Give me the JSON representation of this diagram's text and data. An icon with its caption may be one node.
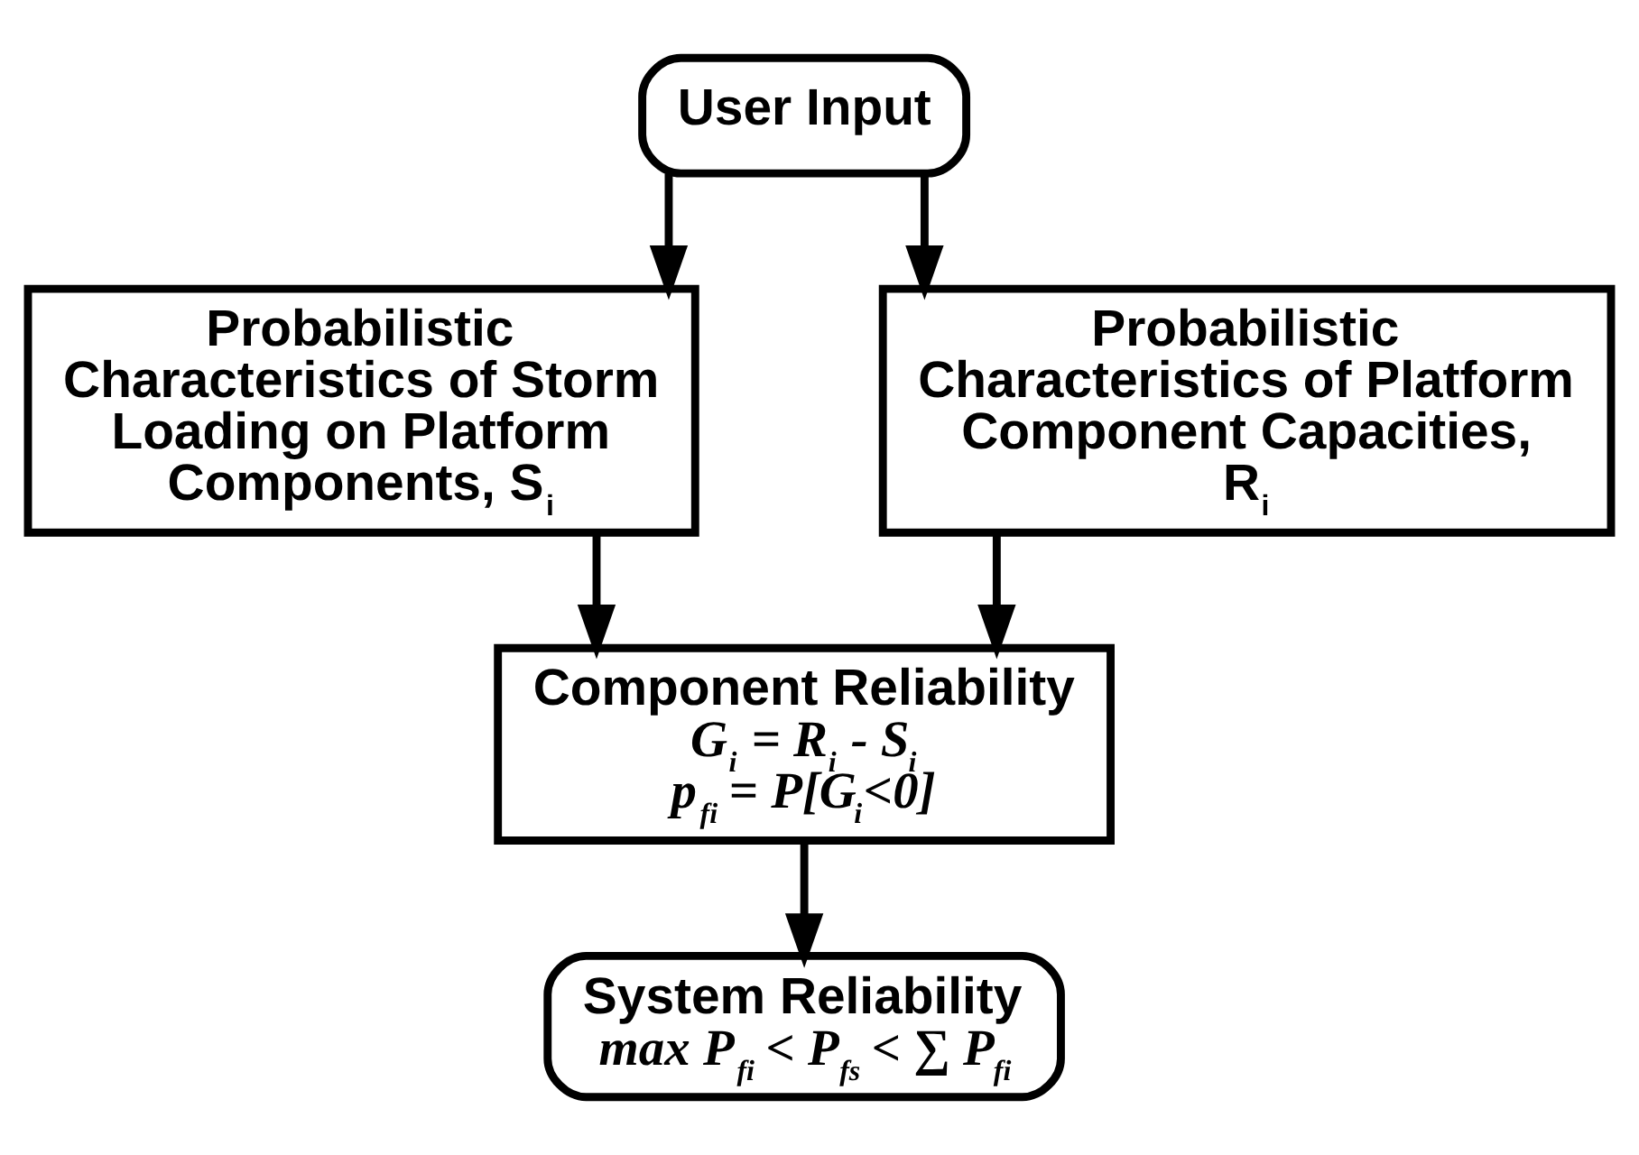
{
  "diagram": {
    "nodes": [
      {
        "text": [
          "User Input"
        ]
      },
      {
        "text": [
          "Probabilistic Characteristics of Storm Loading on Platform Components, S$_{i}$"
        ]
      },
      {
        "text": [
          "Probabilistic Characteristics of Platform Component Capacities, R$_{i}$"
        ]
      },
      {
        "text": [
          "Component Reliability",
          "G$_{i}$ = R$_{i}$ - S$_{i}$",
          "p$_{fi}$ = P[G$_{i}$<0]"
        ]
      },
      {
        "text": [
          "System Reliability",
          "max P$_{fi}$ < P$_{fs}$ < ∑ P$_{fi}$"
        ]
      }
    ],
    "edges": [
      {
        "from": 0,
        "to": 1,
        "arrow": "to"
      },
      {
        "from": 0,
        "to": 2,
        "arrow": "to"
      },
      {
        "from": 1,
        "to": 3,
        "arrow": "to"
      },
      {
        "from": 2,
        "to": 3,
        "arrow": "to"
      },
      {
        "from": 3,
        "to": 4,
        "arrow": "to"
      }
    ]
  }
}
